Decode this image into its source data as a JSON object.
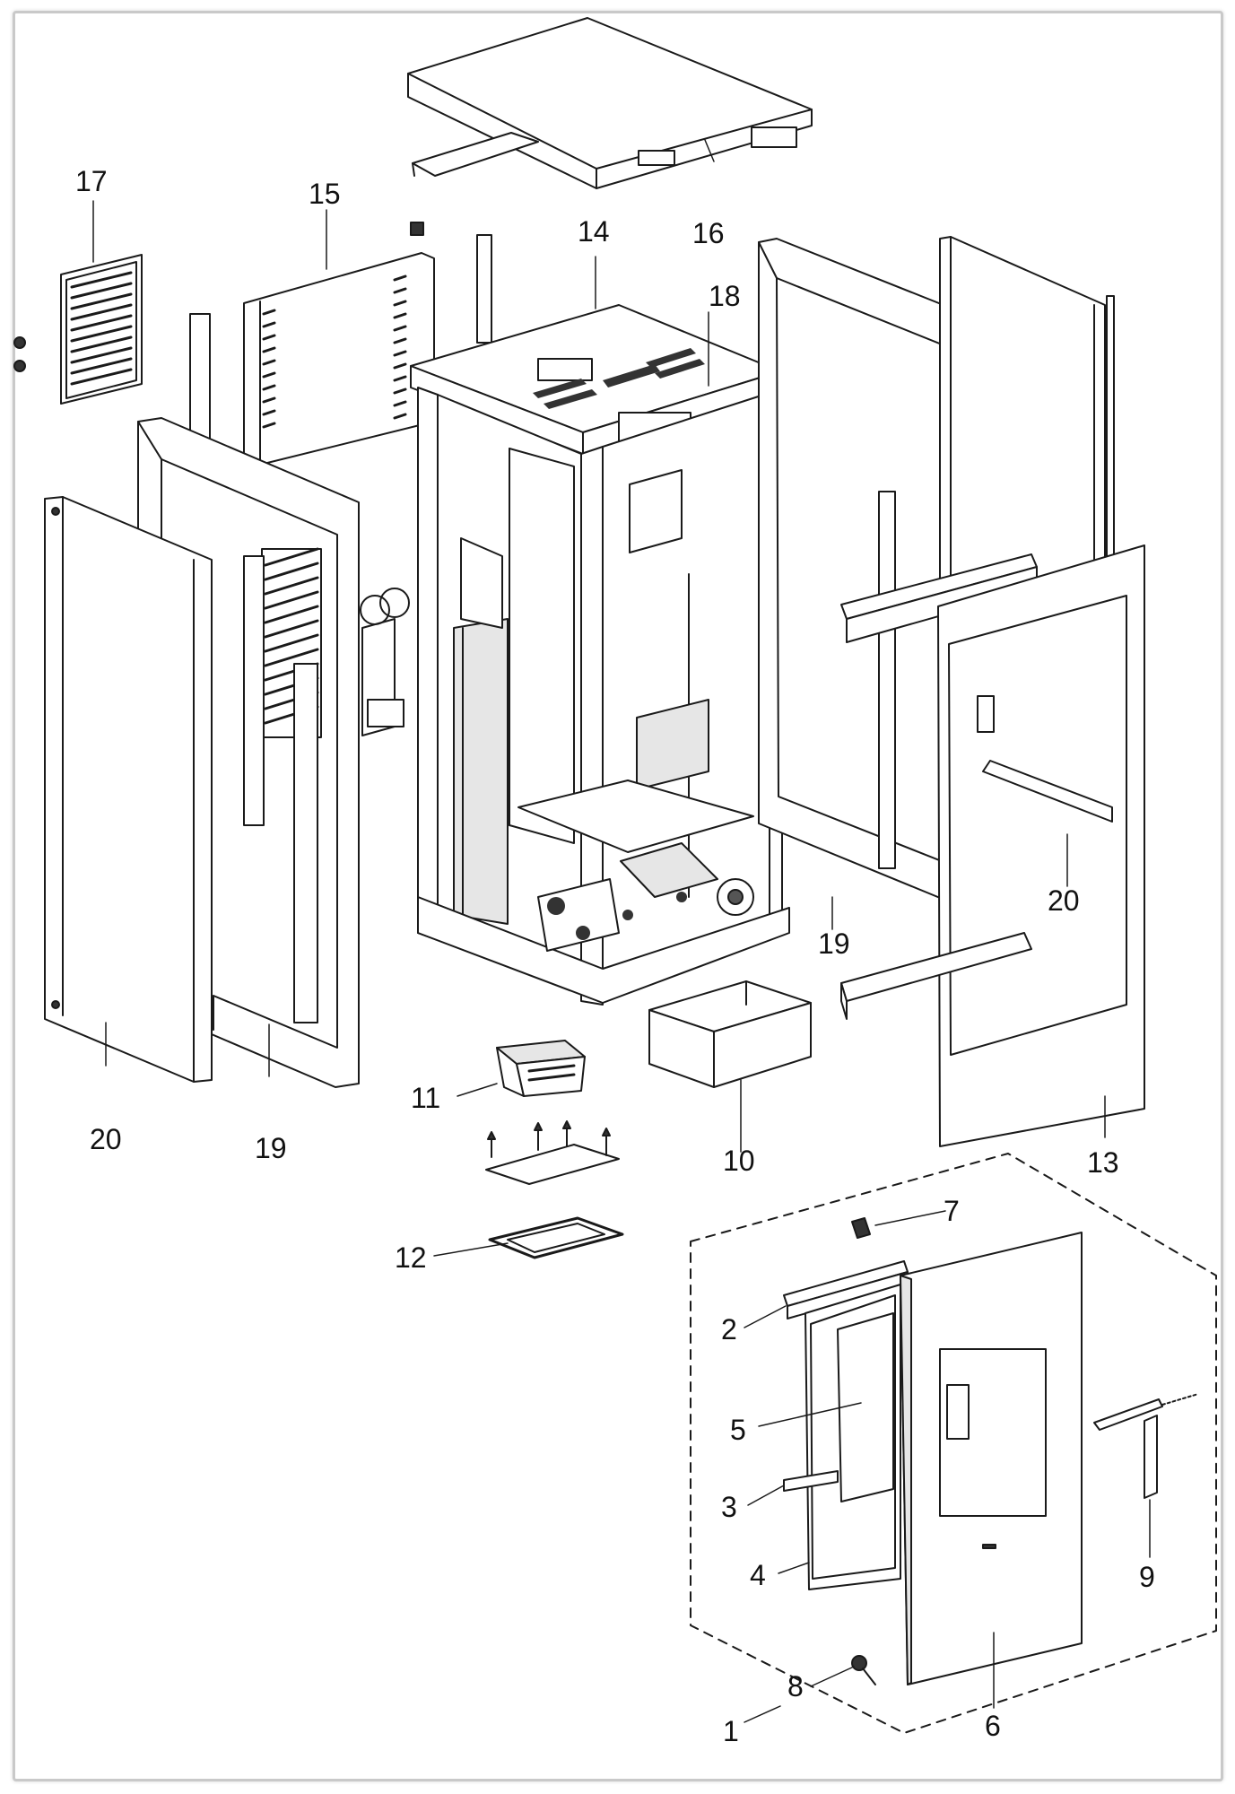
{
  "callouts": {
    "c1": "1",
    "c2": "2",
    "c3": "3",
    "c4": "4",
    "c5": "5",
    "c6": "6",
    "c7": "7",
    "c8": "8",
    "c9": "9",
    "c10": "10",
    "c11": "11",
    "c12": "12",
    "c13": "13",
    "c14": "14",
    "c15": "15",
    "c16": "16",
    "c17": "17",
    "c18": "18",
    "c19a": "19",
    "c19b": "19",
    "c20a": "20",
    "c20b": "20"
  },
  "colors": {
    "line": "#1a1a1a",
    "fill": "#ffffff",
    "shade": "#e6e6e6",
    "dark": "#555555",
    "border": "#c9c9c9"
  }
}
